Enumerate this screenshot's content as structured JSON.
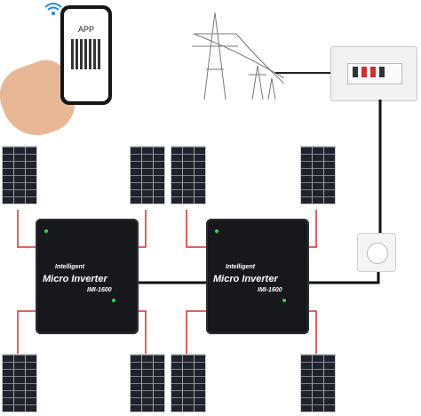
{
  "phone": {
    "app_label": "APP"
  },
  "inverters": [
    {
      "brand_small": "Intelligent",
      "title": "Micro Inverter",
      "model": "IMI-1600"
    },
    {
      "brand_small": "Intelligent",
      "title": "Micro Inverter",
      "model": "IMI-1600"
    }
  ],
  "colors": {
    "panel": "#20232b",
    "inverter": "#16181b",
    "cable": "#111111",
    "red_wire": "#d0312d"
  }
}
